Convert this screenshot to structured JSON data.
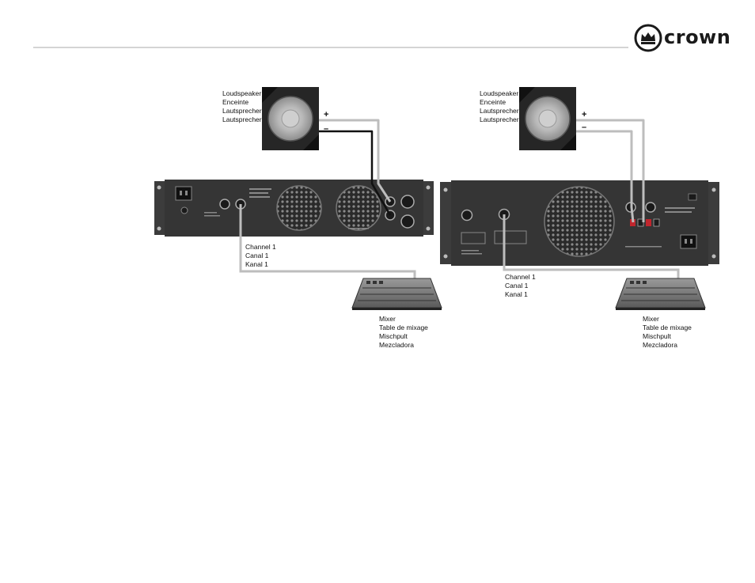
{
  "brand": {
    "name": "crown",
    "logo_icon": "crown-icon"
  },
  "setup_left": {
    "speaker_labels": [
      "Loudspeaker",
      "Enceinte",
      "Lautsprecher",
      "Lautsprecher"
    ],
    "polarity_plus": "+",
    "polarity_minus": "–",
    "channel_labels": [
      "Channel 1",
      "Canal 1",
      "Kanal 1"
    ],
    "mixer_labels": [
      "Mixer",
      "Table de mixage",
      "Mischpult",
      "Mezcladora"
    ]
  },
  "setup_right": {
    "speaker_labels": [
      "Loudspeaker",
      "Enceinte",
      "Lautsprecher",
      "Lautsprecher"
    ],
    "polarity_plus": "+",
    "polarity_minus": "–",
    "channel_labels": [
      "Channel 1",
      "Canal 1",
      "Kanal 1"
    ],
    "mixer_labels": [
      "Mixer",
      "Table de mixage",
      "Mischpult",
      "Mezcladora"
    ]
  },
  "colors": {
    "cable_gray": "#bdbdbd",
    "cable_black": "#111111",
    "panel": "#353535",
    "terminal_red": "#c0262d"
  }
}
